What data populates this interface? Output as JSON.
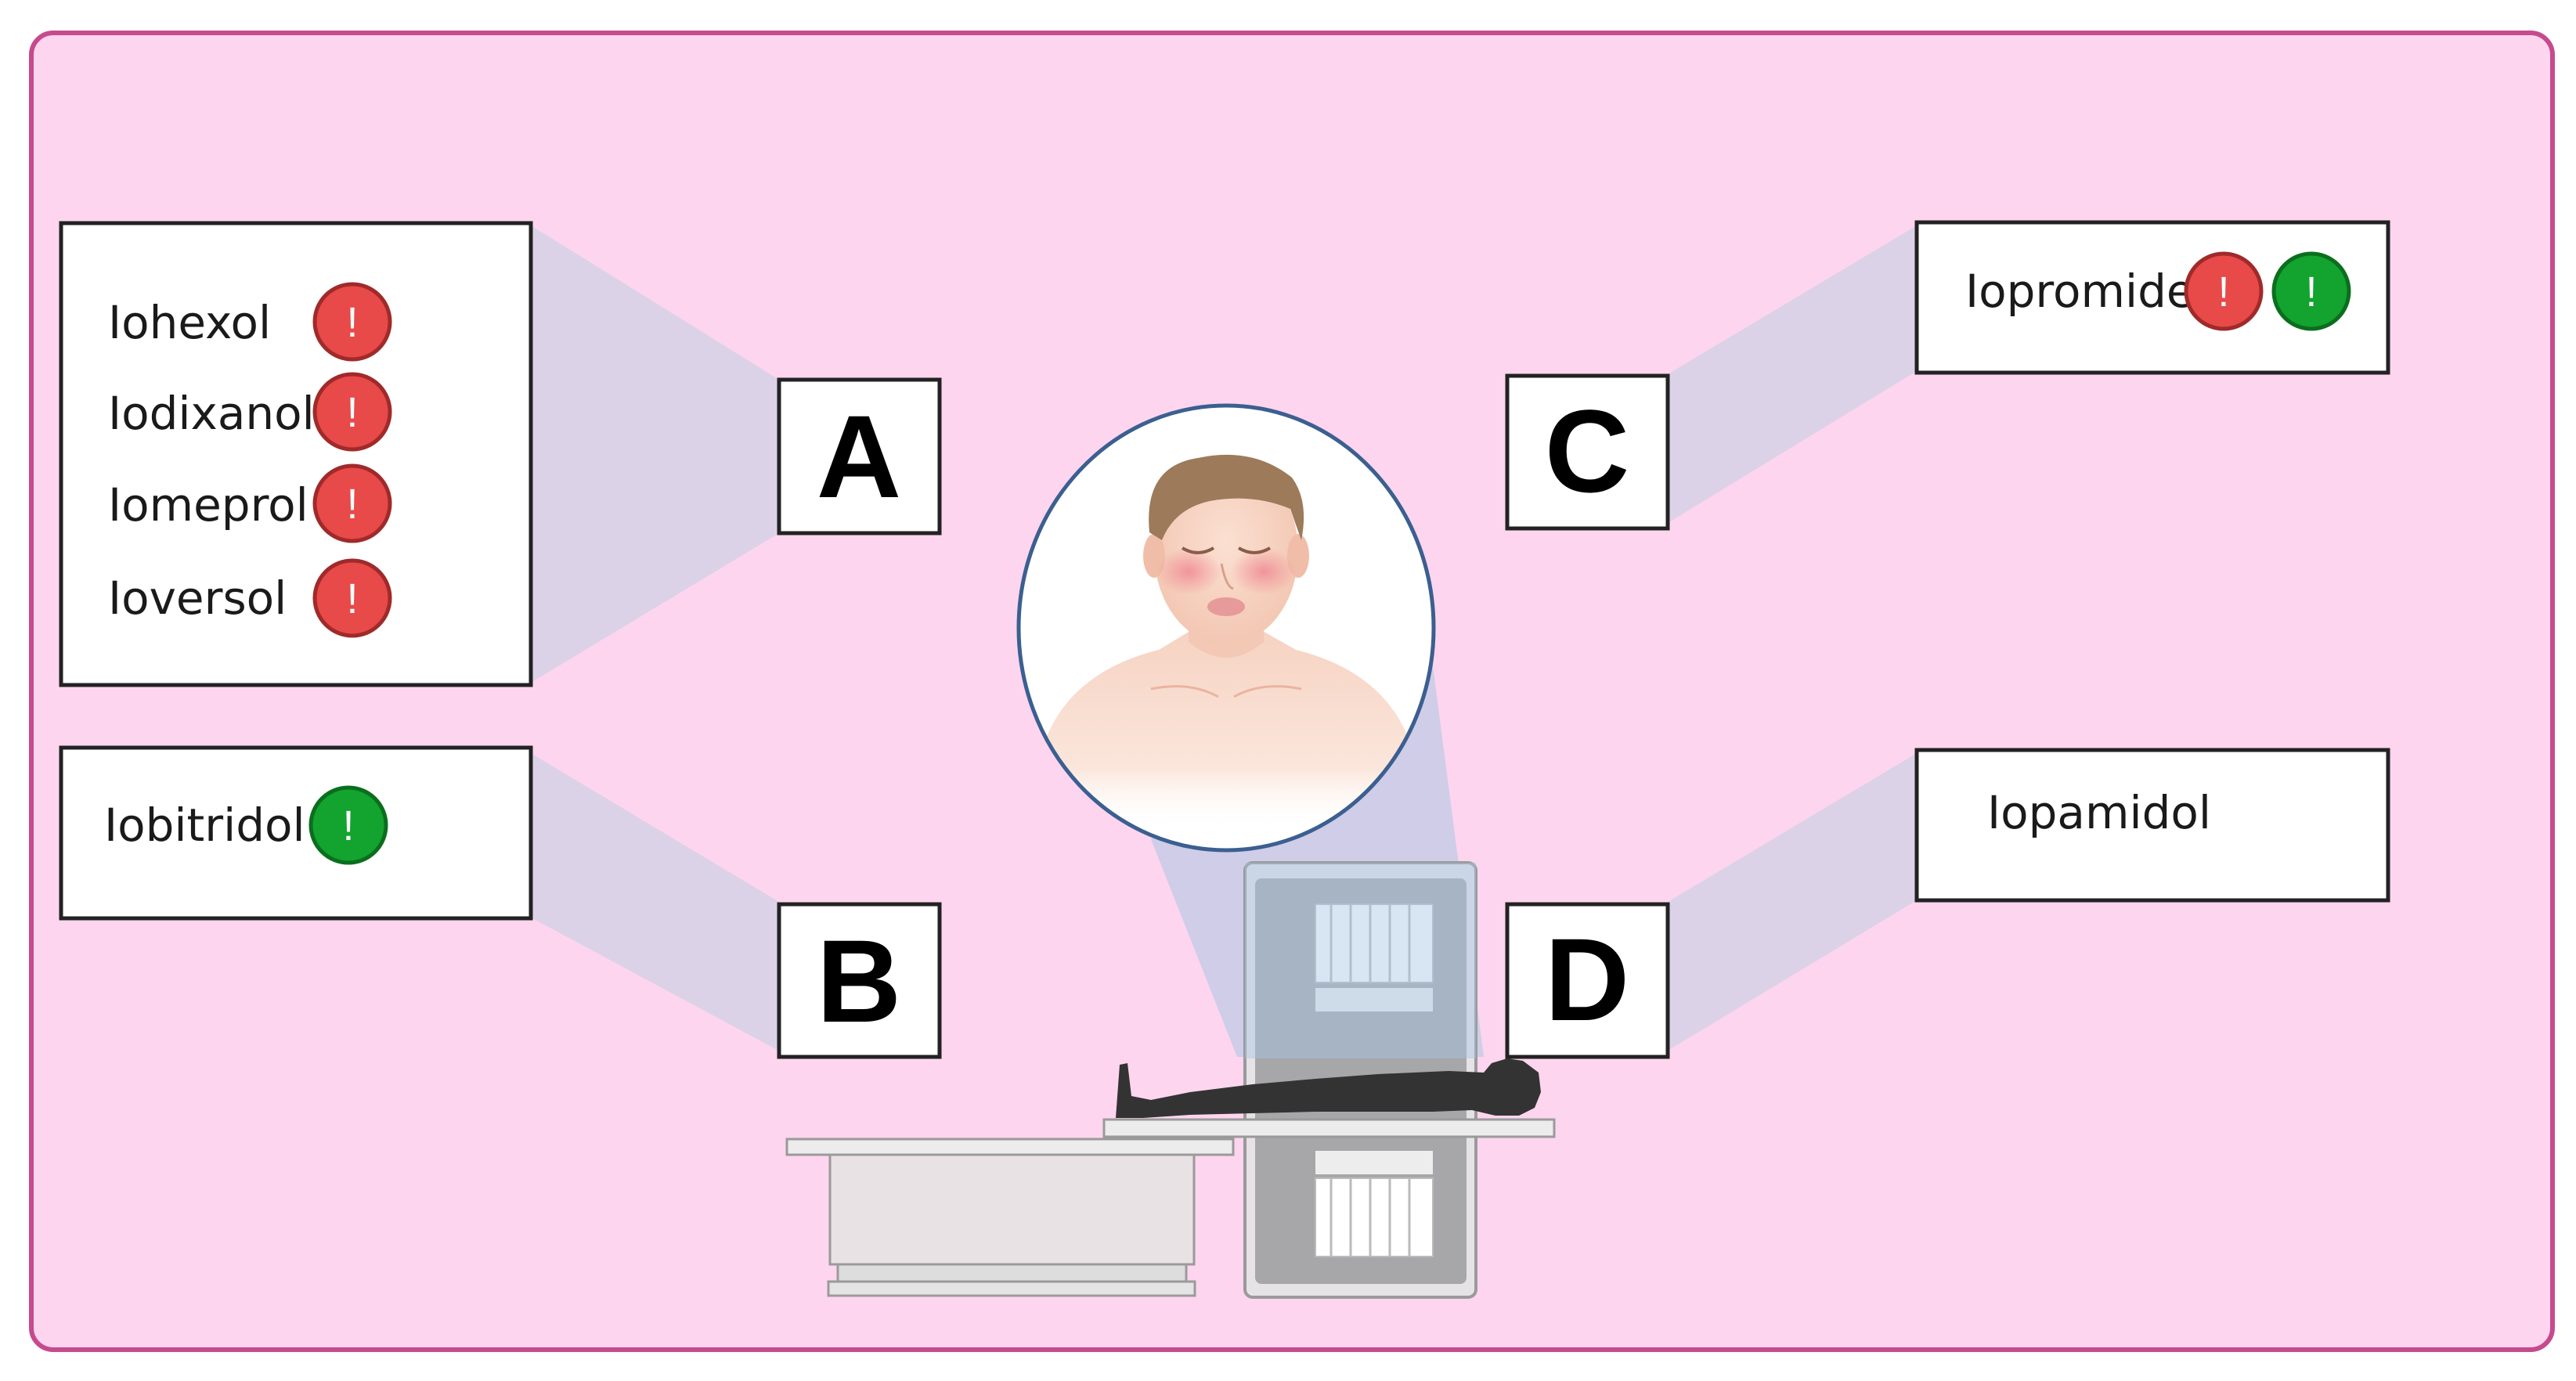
{
  "colors": {
    "background": "#fdd5ee",
    "frame": "#c64a8d",
    "connector": "#dcd2e8",
    "alert_red": "#e84949",
    "alert_green": "#13a32f",
    "magnifier": "#a9c6e4"
  },
  "panels": {
    "A": {
      "letter": "A",
      "drugs": [
        {
          "name": "Iohexol",
          "alerts": [
            "red"
          ]
        },
        {
          "name": "Iodixanol",
          "alerts": [
            "red"
          ]
        },
        {
          "name": "Iomeprol",
          "alerts": [
            "red"
          ]
        },
        {
          "name": "Ioversol",
          "alerts": [
            "red"
          ]
        }
      ]
    },
    "B": {
      "letter": "B",
      "drugs": [
        {
          "name": "Iobitridol",
          "alerts": [
            "green"
          ]
        }
      ]
    },
    "C": {
      "letter": "C",
      "drugs": [
        {
          "name": "Iopromide",
          "alerts": [
            "red",
            "green"
          ]
        }
      ]
    },
    "D": {
      "letter": "D",
      "drugs": [
        {
          "name": "Iopamidol",
          "alerts": []
        }
      ]
    }
  },
  "alert_symbol": "!",
  "icons": {
    "patient_face": "face-with-rash-icon",
    "patient_body": "patient-silhouette-icon",
    "scanner": "ct-scanner-icon"
  }
}
